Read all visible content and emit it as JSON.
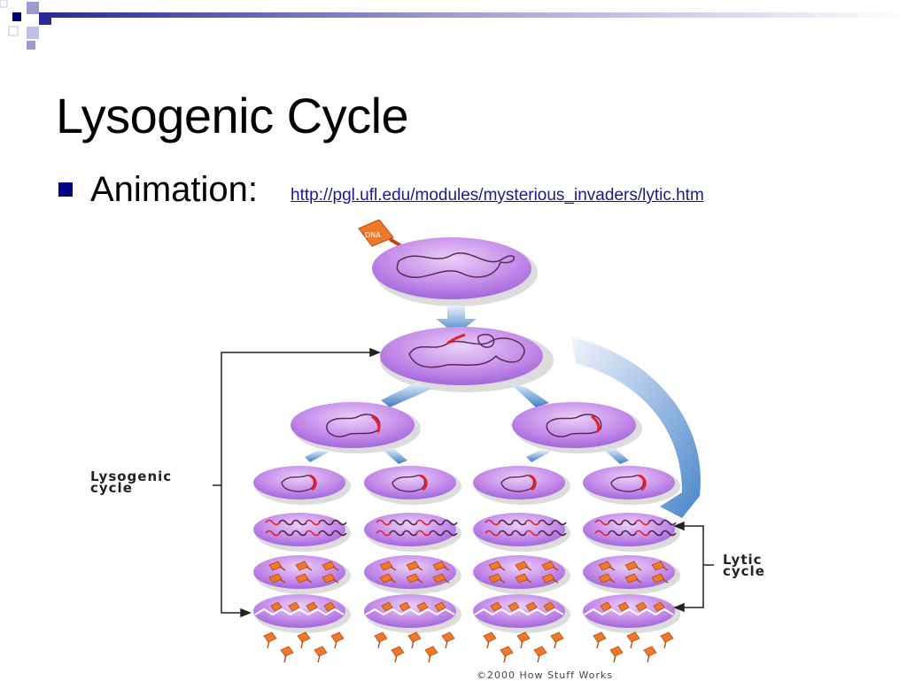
{
  "slide": {
    "title": "Lysogenic Cycle",
    "bullet_label": "Animation:",
    "bullet_link": "http://pgl.ufl.edu/modules/mysterious_invaders/lytic.htm"
  },
  "diagram": {
    "lysogenic_label_line1": "Lysogenic",
    "lysogenic_label_line2": "cycle",
    "lytic_label_line1": "Lytic",
    "lytic_label_line2": "cycle",
    "credit": "©2000 How Stuff Works"
  },
  "colors": {
    "accent": "#000080",
    "cell_fill": "#b27ae6",
    "cell_highlight": "#e8c8f5",
    "arrow": "#5b92cf",
    "dna_red": "#e0202a",
    "phage_orange": "#f0782a"
  }
}
